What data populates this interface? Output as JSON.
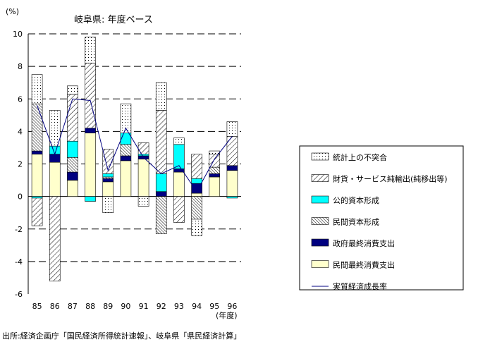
{
  "chart_data": {
    "type": "bar",
    "stacked": true,
    "title": "岐阜県: 年度ベース",
    "y_unit": "(%)",
    "x_unit": "(年度)",
    "ylim": [
      -6,
      10
    ],
    "yticks": [
      -6,
      -4,
      -2,
      0,
      2,
      4,
      6,
      8,
      10
    ],
    "grid": "dashed horizontal lines at each y tick",
    "legend_position": "right",
    "categories": [
      "85",
      "86",
      "87",
      "88",
      "89",
      "90",
      "91",
      "92",
      "93",
      "94",
      "95",
      "96"
    ],
    "series": [
      {
        "name": "民間最終消費支出",
        "pattern": "solid",
        "color": "#ffffcc",
        "values": [
          2.6,
          2.1,
          1.0,
          3.9,
          0.9,
          2.2,
          2.3,
          0.0,
          1.5,
          0.2,
          1.2,
          1.6
        ]
      },
      {
        "name": "政府最終消費支出",
        "pattern": "solid",
        "color": "#000080",
        "values": [
          0.2,
          0.5,
          0.5,
          0.3,
          0.2,
          0.3,
          0.2,
          0.3,
          0.2,
          0.6,
          0.2,
          0.3
        ]
      },
      {
        "name": "民間資本形成",
        "pattern": "dense-hatch",
        "color": "#ffffff",
        "values": [
          2.9,
          0.0,
          0.9,
          0.0,
          0.1,
          0.7,
          0.0,
          -2.3,
          0.0,
          -1.4,
          0.4,
          0.0
        ]
      },
      {
        "name": "公的資本形成",
        "pattern": "solid",
        "color": "#00ffff",
        "values": [
          -0.1,
          0.5,
          1.0,
          -0.3,
          0.2,
          0.7,
          0.1,
          1.1,
          1.5,
          0.3,
          0.0,
          -0.1
        ]
      },
      {
        "name": "財貨・サービス純輸出(純移出等)",
        "pattern": "wide-hatch",
        "color": "#ffffff",
        "values": [
          -1.7,
          -5.2,
          2.9,
          4.0,
          1.5,
          0.0,
          0.7,
          3.9,
          -1.6,
          1.5,
          0.8,
          1.8
        ]
      },
      {
        "name": "統計上の不突合",
        "pattern": "dots",
        "color": "#ffffff",
        "values": [
          1.8,
          2.2,
          0.5,
          1.6,
          -1.0,
          1.8,
          -0.6,
          1.7,
          0.4,
          -1.0,
          0.2,
          0.9
        ]
      }
    ],
    "line": {
      "name": "実質経済成長率",
      "color": "#000080",
      "values": [
        5.6,
        2.6,
        6.0,
        5.9,
        1.6,
        4.2,
        2.4,
        1.4,
        1.9,
        0.3,
        2.3,
        3.7
      ]
    },
    "source": "出所:経済企画庁「国民経済所得統計速報」、岐阜県「県民経済計算」"
  }
}
